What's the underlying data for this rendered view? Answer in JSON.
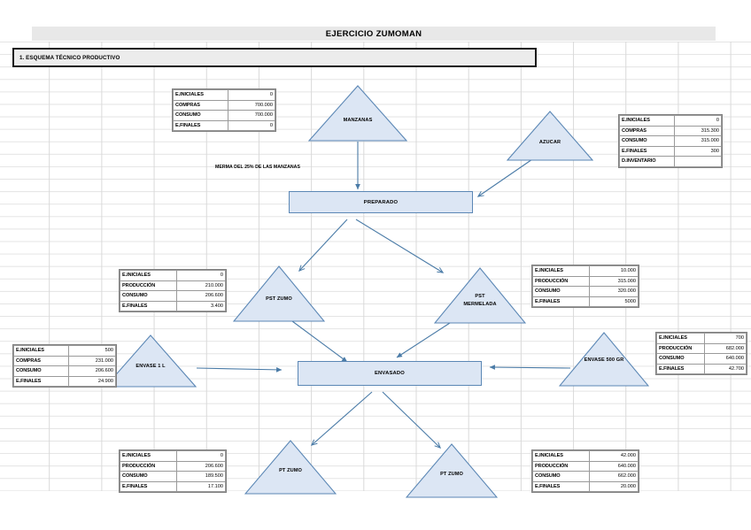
{
  "document": {
    "title": "EJERCICIO ZUMOMAN",
    "section_header": "1. ESQUEMA TÉCNICO PRODUCTIVO"
  },
  "annotations": {
    "merma_note": "MERMA DEL 25% DE LAS MANZANAS"
  },
  "shapes": {
    "manzanas": "MANZANAS",
    "azucar": "AZUCAR",
    "preparado": "PREPARADO",
    "pst_zumo": "PST ZUMO",
    "pst_mermelada_l1": "PST",
    "pst_mermelada_l2": "MERMELADA",
    "envase_1l": "ENVASE 1 L",
    "envasado": "ENVASADO",
    "envase_500gr": "ENVASE 500 GR",
    "pt_zumo_left": "PT ZUMO",
    "pt_zumo_right": "PT ZUMO"
  },
  "tables": {
    "manzanas": {
      "rows": [
        {
          "label": "E.INICIALES",
          "value": "0"
        },
        {
          "label": "COMPRAS",
          "value": "700.000"
        },
        {
          "label": "CONSUMO",
          "value": "700.000"
        },
        {
          "label": "E.FINALES",
          "value": "0"
        }
      ]
    },
    "azucar": {
      "rows": [
        {
          "label": "E.INICIALES",
          "value": "0"
        },
        {
          "label": "COMPRAS",
          "value": "315.300"
        },
        {
          "label": "CONSUMO",
          "value": "315.000"
        },
        {
          "label": "E.FINALES",
          "value": "300"
        },
        {
          "label": "D.INVENTARIO",
          "value": ""
        }
      ]
    },
    "pst_zumo": {
      "rows": [
        {
          "label": "E.INICIALES",
          "value": "0"
        },
        {
          "label": "PRODUCCIÓN",
          "value": "210.000"
        },
        {
          "label": "CONSUMO",
          "value": "206.600"
        },
        {
          "label": "E.FINALES",
          "value": "3.400"
        }
      ]
    },
    "pst_mermelada": {
      "rows": [
        {
          "label": "E.INICIALES",
          "value": "10.000"
        },
        {
          "label": "PRODUCCIÓN",
          "value": "315.000"
        },
        {
          "label": "CONSUMO",
          "value": "320.000"
        },
        {
          "label": "E.FINALES",
          "value": "5000"
        }
      ]
    },
    "envase_1l": {
      "rows": [
        {
          "label": "E.INICIALES",
          "value": "500"
        },
        {
          "label": "COMPRAS",
          "value": "231.000"
        },
        {
          "label": "CONSUMO",
          "value": "206.600"
        },
        {
          "label": "E.FINALES",
          "value": "24.900"
        }
      ]
    },
    "envase_500gr": {
      "rows": [
        {
          "label": "E.INICIALES",
          "value": "700"
        },
        {
          "label": "PRODUCCIÓN",
          "value": "682.000"
        },
        {
          "label": "CONSUMO",
          "value": "640.000"
        },
        {
          "label": "E.FINALES",
          "value": "42.700"
        }
      ]
    },
    "pt_zumo_left": {
      "rows": [
        {
          "label": "E.INICIALES",
          "value": "0"
        },
        {
          "label": "PRODUCCIÓN",
          "value": "206.600"
        },
        {
          "label": "CONSUMO",
          "value": "189.500"
        },
        {
          "label": "E.FINALES",
          "value": "17.100"
        }
      ]
    },
    "pt_zumo_right": {
      "rows": [
        {
          "label": "E.INICIALES",
          "value": "42.000"
        },
        {
          "label": "PRODUCCIÓN",
          "value": "640.000"
        },
        {
          "label": "CONSUMO",
          "value": "662.000"
        },
        {
          "label": "E.FINALES",
          "value": "20.000"
        }
      ]
    }
  },
  "colors": {
    "shape_fill": "#dce6f4",
    "shape_stroke": "#5b87b5",
    "arrow": "#4a7ba7",
    "title_band": "#e8e8e8",
    "grid_line": "#d9d9d9"
  }
}
